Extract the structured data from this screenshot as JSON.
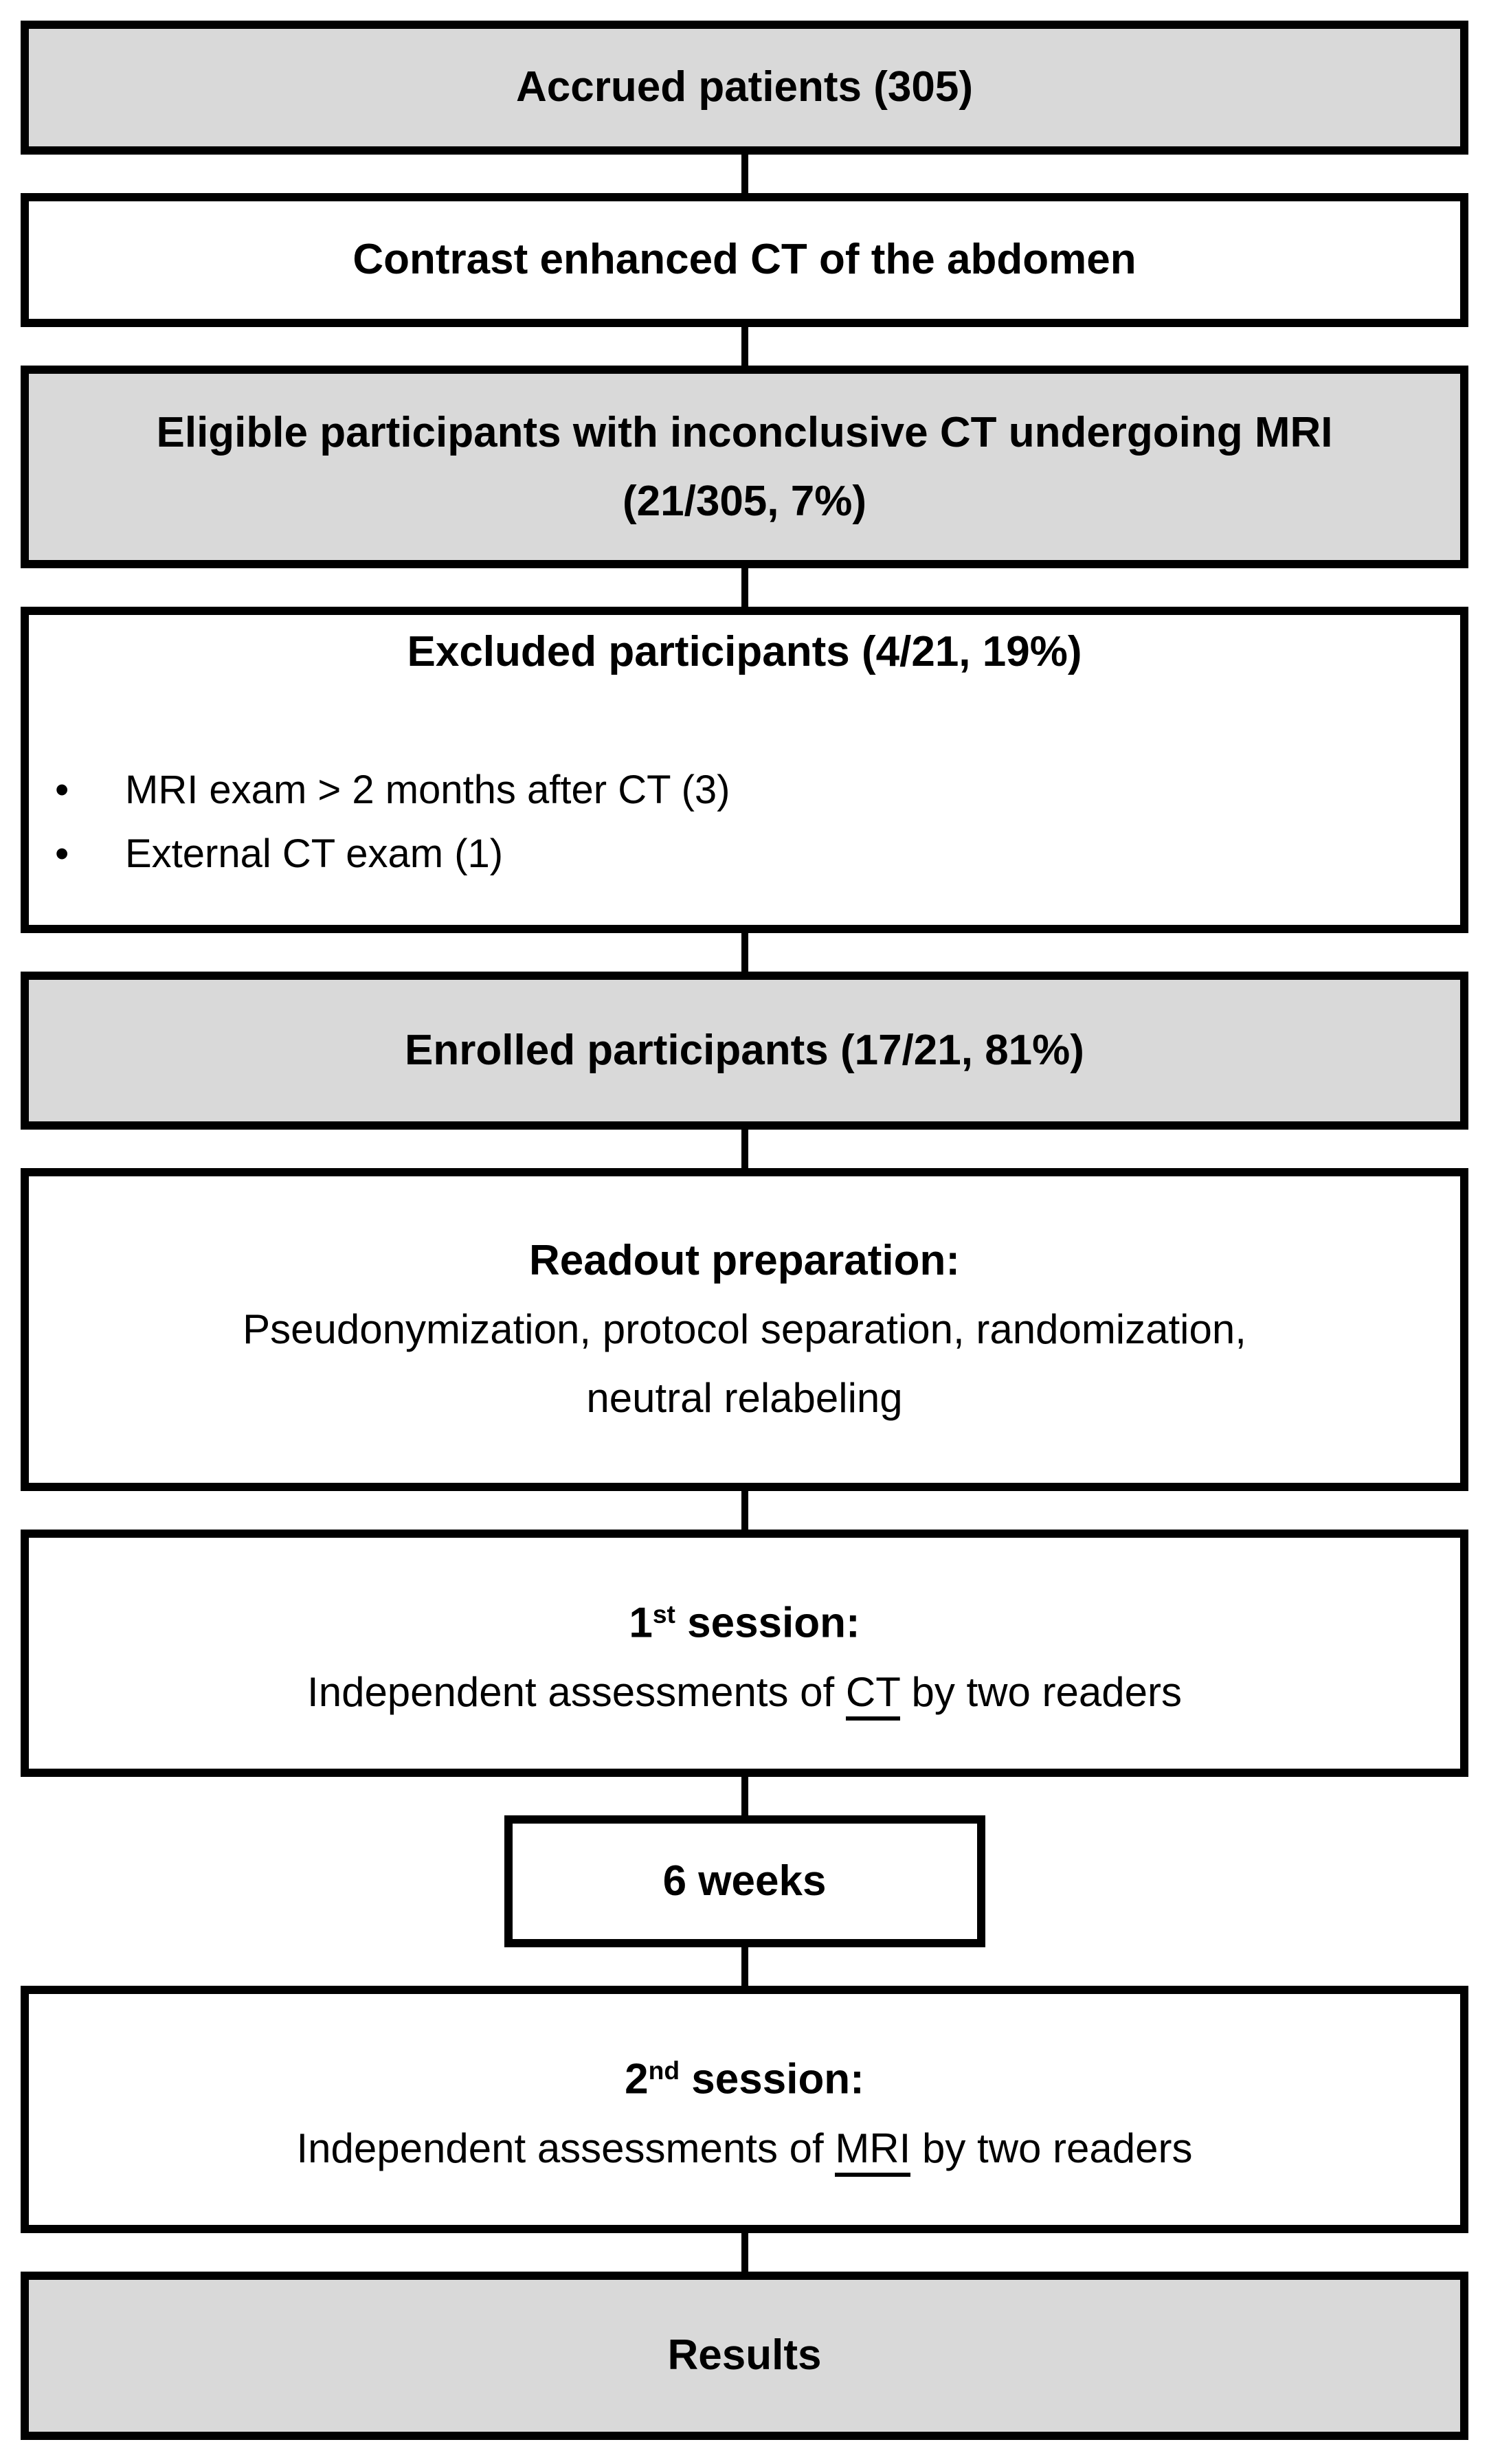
{
  "diagram": {
    "colors": {
      "gray_fill": "#d9d9d9",
      "white_fill": "#ffffff",
      "border": "#000000",
      "text": "#000000"
    },
    "boxes": {
      "accrued": {
        "label": "Accrued patients (305)"
      },
      "ct_exam": {
        "label": "Contrast enhanced CT of the abdomen"
      },
      "eligible": {
        "line1": "Eligible participants with inconclusive CT undergoing MRI",
        "line2": "(21/305, 7%)"
      },
      "excluded": {
        "title": "Excluded participants (4/21, 19%)",
        "bullets": [
          "MRI exam > 2 months after CT (3)",
          "External CT exam (1)"
        ]
      },
      "enrolled": {
        "label": "Enrolled participants (17/21, 81%)"
      },
      "readout": {
        "title": "Readout preparation:",
        "line1": "Pseudonymization, protocol separation, randomization,",
        "line2": "neutral relabeling"
      },
      "session1": {
        "ordinal_num": "1",
        "ordinal_suffix": "st",
        "title_rest": " session:",
        "body_prefix": "Independent assessments of ",
        "modality": "CT",
        "body_suffix": " by two readers"
      },
      "interval": {
        "label": "6 weeks"
      },
      "session2": {
        "ordinal_num": "2",
        "ordinal_suffix": "nd",
        "title_rest": " session:",
        "body_prefix": "Independent assessments of ",
        "modality": "MRI",
        "body_suffix": " by two readers"
      },
      "results": {
        "label": "Results"
      }
    }
  }
}
